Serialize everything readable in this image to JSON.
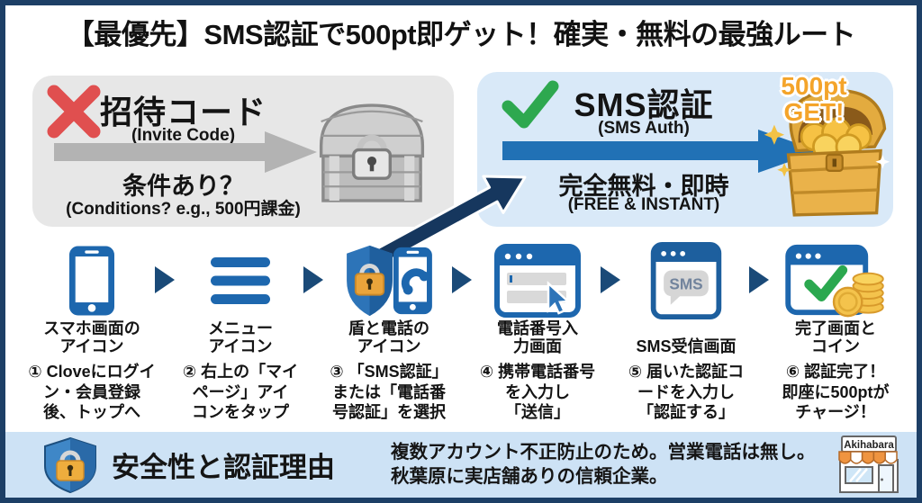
{
  "title": "【最優先】SMS認証で500pt即ゲット！確実・無料の最強ルート",
  "comparison": {
    "invite": {
      "icon": "x-icon",
      "heading": "招待コード",
      "subheading": "(Invite Code)",
      "condition": "条件あり？",
      "condition_sub": "(Conditions? e.g., 500円課金)",
      "chest": "locked-gray-chest-icon"
    },
    "sms": {
      "icon": "check-icon",
      "heading": "SMS認証",
      "subheading": "(SMS Auth)",
      "benefit": "完全無料・即時",
      "benefit_sub": "(FREE & INSTANT)",
      "reward": "500pt\nGET!",
      "chest": "gold-open-chest-icon"
    }
  },
  "steps": [
    {
      "icon": "smartphone-icon",
      "title": "スマホ画面の\nアイコン",
      "desc": "① Cloveにログイ\nン・会員登録\n後、トップへ"
    },
    {
      "icon": "menu-icon",
      "title": "メニュー\nアイコン",
      "desc": "② 右上の「マイ\nページ」アイ\nコンをタップ"
    },
    {
      "icon": "shield-phone-icon",
      "title": "盾と電話の\nアイコン",
      "desc": "③ 「SMS認証」\nまたは「電話番\n号認証」を選択"
    },
    {
      "icon": "phone-input-screen-icon",
      "title": "電話番号入\n力画面",
      "desc": "④ 携帯電話番号\nを入力し\n「送信」"
    },
    {
      "icon": "sms-received-screen-icon",
      "title": "SMS受信画面",
      "desc": "⑤ 届いた認証コ\nードを入力し\n「認証する」",
      "bubble": "SMS"
    },
    {
      "icon": "complete-screen-coins-icon",
      "title": "完了画面と\nコイン",
      "desc": "⑥ 認証完了！\n即座に500ptが\nチャージ！"
    }
  ],
  "footer": {
    "icon": "shield-lock-icon",
    "heading": "安全性と認証理由",
    "body": "複数アカウント不正防止のため。営業電話は無し。\n秋葉原に実店舗ありの信頼企業。",
    "store_icon": "storefront-icon",
    "store_label": "Akihabara"
  },
  "colors": {
    "frame_navy": "#1d3f66",
    "invite_box_gray": "#e7e7e7",
    "sms_box_blue": "#d9e9f8",
    "footer_blue": "#cde2f5",
    "arrow_gray": "#b3b3b3",
    "arrow_blue": "#2171b5",
    "big_arrow_navy": "#16375e",
    "icon_blue": "#1d67ae",
    "x_red": "#e04f4f",
    "check_green": "#2ea84f",
    "gold": "#f4a42a"
  }
}
